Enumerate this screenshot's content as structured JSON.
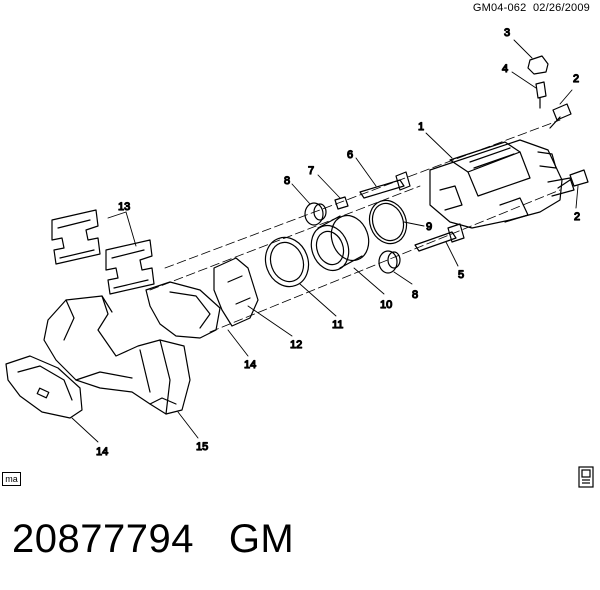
{
  "header": {
    "code": "GM04-062",
    "date": "02/26/2009"
  },
  "footer": {
    "part_number": "20877794",
    "brand": "GM"
  },
  "badge": {
    "text": "ma"
  },
  "icons": {
    "book": "catalog-book-icon"
  },
  "callouts": {
    "c1": "1",
    "c2a": "2",
    "c2b": "2",
    "c3": "3",
    "c4": "4",
    "c5": "5",
    "c6": "6",
    "c7": "7",
    "c8a": "8",
    "c8b": "8",
    "c9": "9",
    "c10": "10",
    "c11": "11",
    "c12": "12",
    "c13": "13",
    "c14a": "14",
    "c14b": "14",
    "c15": "15"
  }
}
